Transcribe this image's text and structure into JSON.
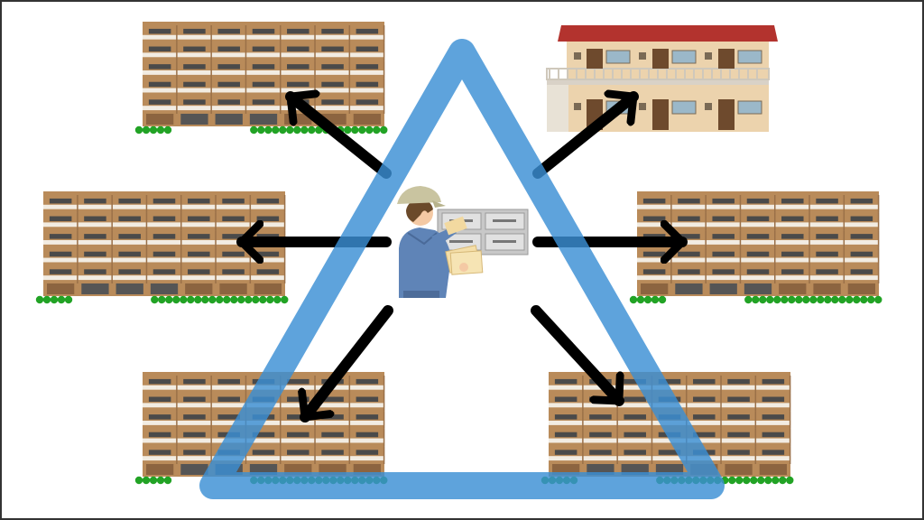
{
  "scene": {
    "frame_color": "#333333",
    "triangle_color": "#3a8fd4",
    "arrow_color": "#000000",
    "building_wall": "#b98b5a",
    "building_band": "#f2ece2",
    "window_color": "#4a4a4a",
    "grass_color": "#22a325",
    "apartment_roof": "#b3332e",
    "apartment_wall": "#ecd3ad",
    "apartment_door": "#6e4a2d"
  },
  "elements": {
    "center_figure": "mail-carrier-distributing-flyers",
    "left_buildings": [
      "apartment-block",
      "apartment-block",
      "apartment-block"
    ],
    "right_buildings": [
      "two-story-apartment",
      "apartment-block",
      "apartment-block"
    ],
    "arrows": [
      "arrow-up-left",
      "arrow-up-right",
      "arrow-left",
      "arrow-right",
      "arrow-down-left",
      "arrow-down-right"
    ],
    "overlay": "triangle-outline"
  }
}
